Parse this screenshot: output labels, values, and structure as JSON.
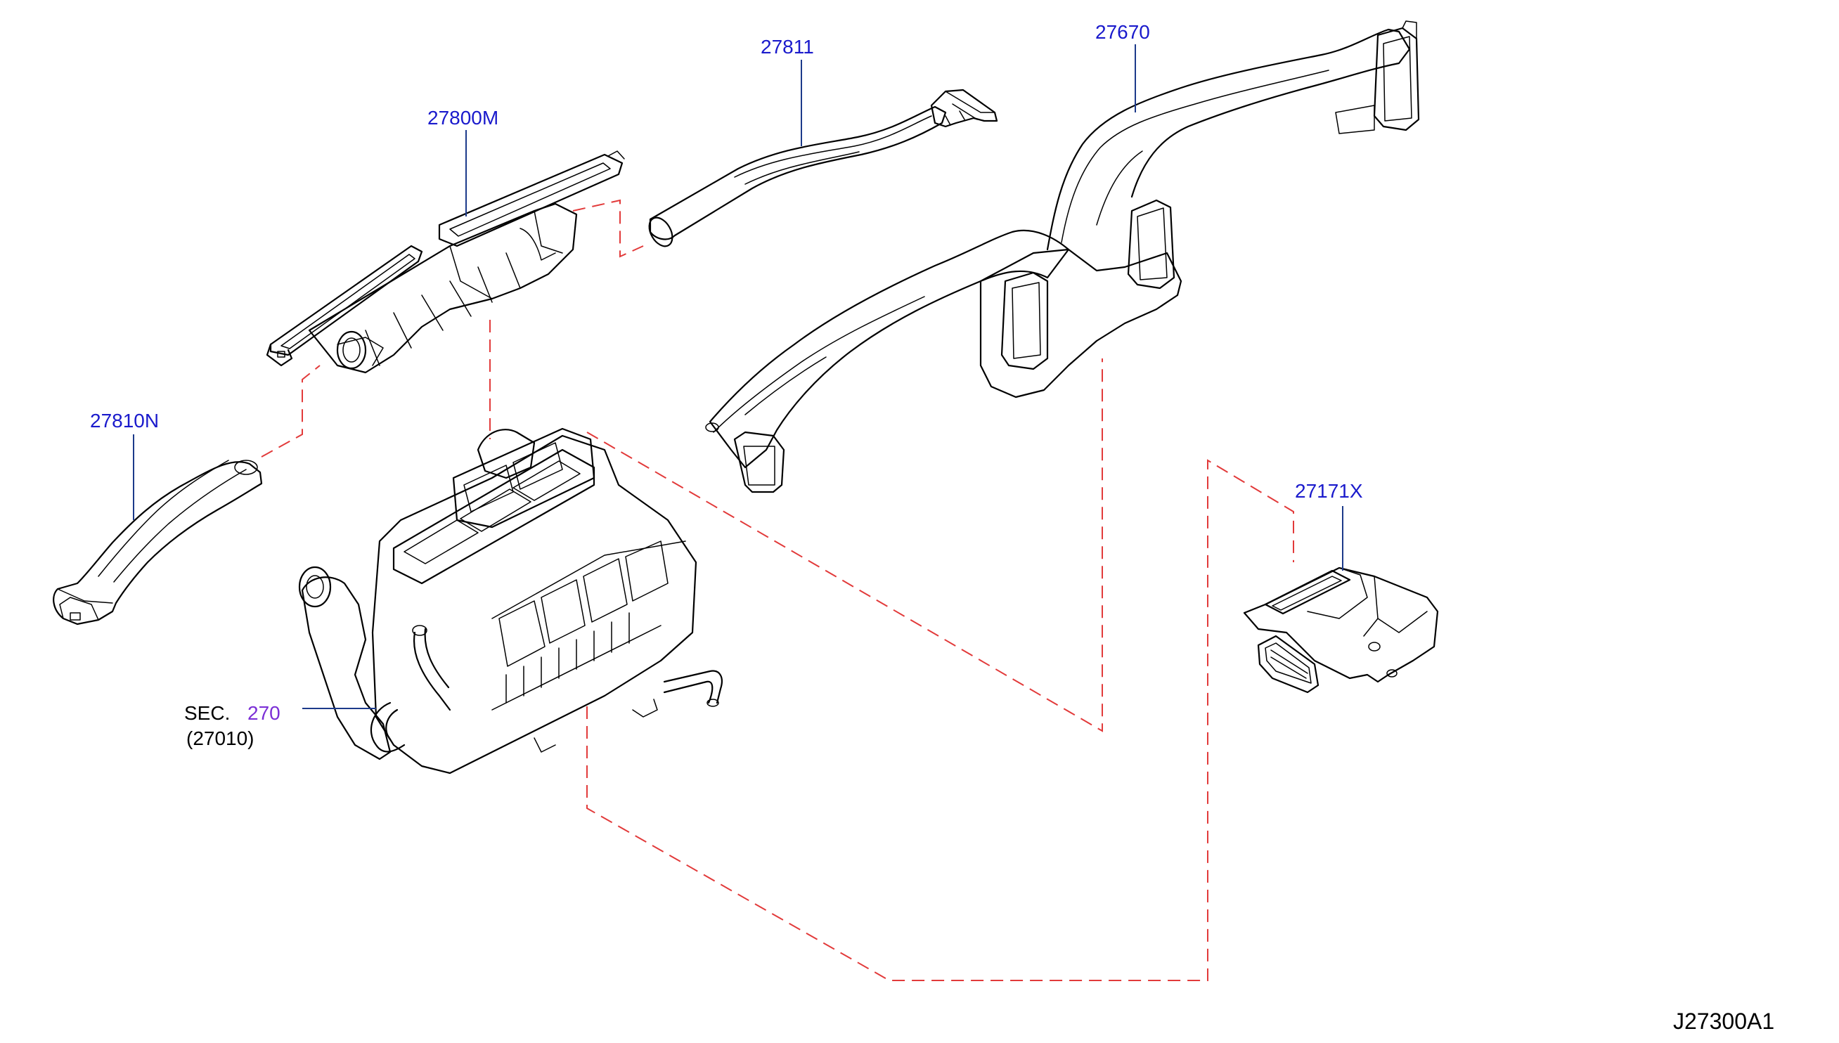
{
  "labels": {
    "p27800m": "27800M",
    "p27811": "27811",
    "p27670": "27670",
    "p27810n": "27810N",
    "p27171x": "27171X",
    "sec_prefix": "SEC.",
    "sec_number": "270",
    "sec_ref": "(27010)",
    "diagram_code": "J27300A1"
  },
  "colors": {
    "part_label": "#1a1acc",
    "section_link": "#7b2fd6",
    "leader_line": "#1c3a8a",
    "connection_dash": "#e23a3a",
    "outline": "#000000"
  }
}
